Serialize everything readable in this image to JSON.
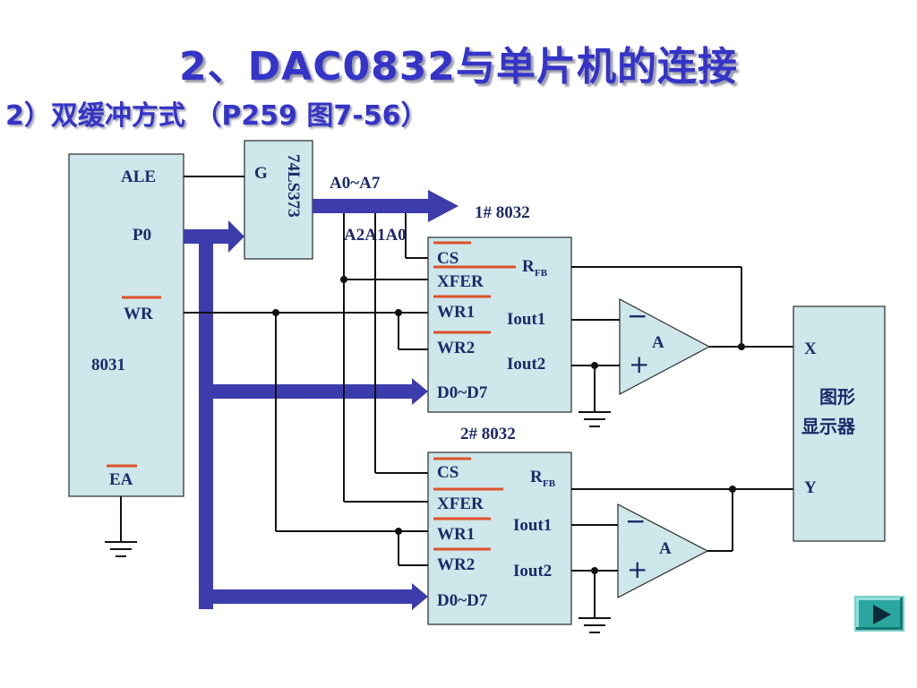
{
  "slide": {
    "title": "2、DAC0832与单片机的连接",
    "subtitle": "2）双缓冲方式 （P259 图7-56）"
  },
  "mcu": {
    "name": "8031",
    "pins": {
      "ale": "ALE",
      "p0": "P0",
      "wr": "WR",
      "ea": "EA"
    }
  },
  "latch": {
    "name": "74LS373",
    "pin_g": "G"
  },
  "bus": {
    "address": "A0~A7",
    "address_taps": "A2A1A0"
  },
  "dac1": {
    "name": "1# 8032",
    "pins": {
      "cs": "CS",
      "xfer": "XFER",
      "wr1": "WR1",
      "wr2": "WR2",
      "data": "D0~D7",
      "rfb_main": "R",
      "rfb_sub": "FB",
      "iout1": "Iout1",
      "iout2": "Iout2"
    }
  },
  "dac2": {
    "name": "2# 8032",
    "pins": {
      "cs": "CS",
      "xfer": "XFER",
      "wr1": "WR1",
      "wr2": "WR2",
      "data": "D0~D7",
      "rfb_main": "R",
      "rfb_sub": "FB",
      "iout1": "Iout1",
      "iout2": "Iout2"
    }
  },
  "opamp1": {
    "label": "A",
    "minus": "−",
    "plus": "+"
  },
  "opamp2": {
    "label": "A",
    "minus": "−",
    "plus": "+"
  },
  "display": {
    "line1": "图形",
    "line2": "显示器",
    "x": "X",
    "y": "Y"
  },
  "colors": {
    "title": "#3434c8",
    "chip_fill": "#cde7ea",
    "bus": "#3c3cac",
    "inverted_bar": "#e0502a",
    "nav_button": "#2aa7a0"
  },
  "nav": {
    "icon": "play-icon"
  }
}
